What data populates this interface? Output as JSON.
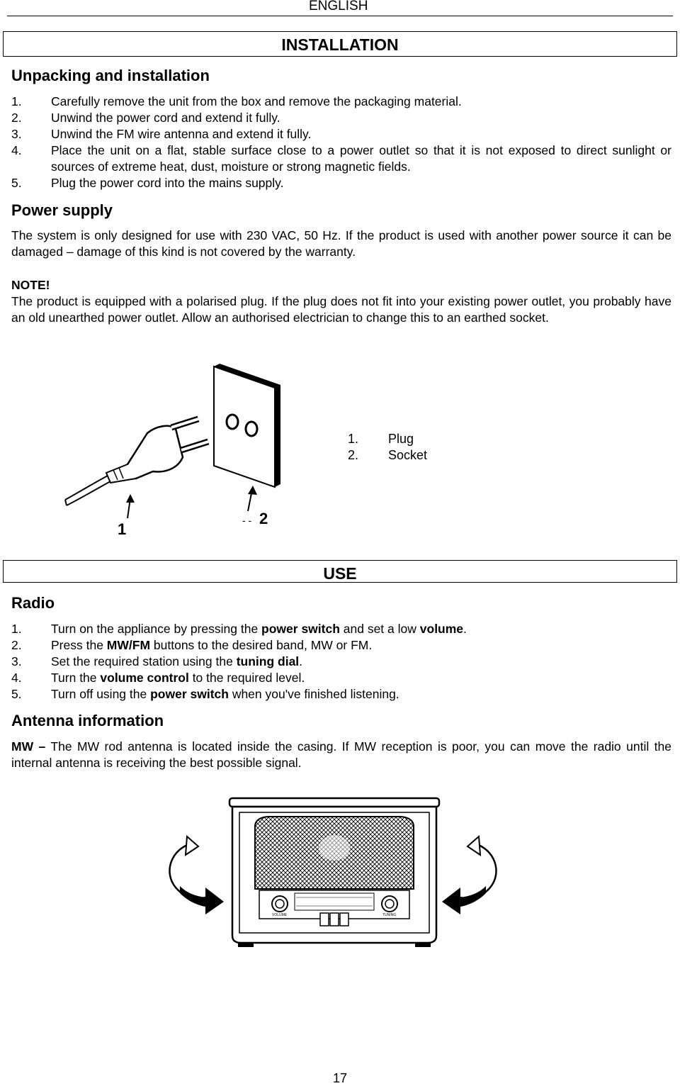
{
  "header": {
    "language": "ENGLISH"
  },
  "installation": {
    "section_title": "INSTALLATION",
    "unpacking_heading": "Unpacking and installation",
    "steps": [
      {
        "num": "1.",
        "text": "Carefully remove the unit from the box and remove the packaging material."
      },
      {
        "num": "2.",
        "text": "Unwind the power cord and extend it fully."
      },
      {
        "num": "3.",
        "text": "Unwind the FM wire antenna and extend it fully."
      },
      {
        "num": "4.",
        "text": "Place the unit on a flat, stable surface close to a power outlet so that it is not exposed to direct sunlight or sources of extreme heat, dust, moisture or strong magnetic fields."
      },
      {
        "num": "5.",
        "text": "Plug the power cord into the mains supply."
      }
    ],
    "power_heading": "Power supply",
    "power_text": "The system is only designed for use with 230 VAC, 50 Hz. If the product is used with another power source it can be damaged – damage of this kind is not covered by the warranty.",
    "note_label": "NOTE!",
    "note_text": "The product is equipped with a polarised plug. If the plug does not fit into your existing power outlet, you probably have an old unearthed power outlet. Allow an authorised electrician to change this to an earthed socket.",
    "figure": {
      "callout_1": "1",
      "callout_2": "2",
      "legend": [
        {
          "num": "1.",
          "text": "Plug"
        },
        {
          "num": "2.",
          "text": "Socket"
        }
      ]
    }
  },
  "use": {
    "section_title": "USE",
    "radio_heading": "Radio",
    "steps": [
      {
        "num": "1.",
        "a": "Turn on the appliance by pressing the ",
        "b1": "power switch",
        "c": " and set a low ",
        "b2": "volume",
        "d": "."
      },
      {
        "num": "2.",
        "a": "Press the ",
        "b1": "MW/FM",
        "c": " buttons to the desired band, MW or FM.",
        "b2": "",
        "d": ""
      },
      {
        "num": "3.",
        "a": "Set the required station using the ",
        "b1": "tuning dial",
        "c": ".",
        "b2": "",
        "d": ""
      },
      {
        "num": "4.",
        "a": "Turn the ",
        "b1": "volume control",
        "c": " to the required level.",
        "b2": "",
        "d": ""
      },
      {
        "num": "5.",
        "a": "Turn off using the ",
        "b1": "power switch",
        "c": " when you've finished listening.",
        "b2": "",
        "d": ""
      }
    ],
    "antenna_heading": "Antenna information",
    "mw_label": "MW –",
    "mw_text": " The MW rod antenna is located inside the casing. If MW reception is poor, you can move the radio until the internal antenna is receiving the best possible signal.",
    "radio_figure": {
      "volume_label": "VOLUME",
      "tuning_label": "TUNING"
    }
  },
  "footer": {
    "page_number": "17"
  }
}
